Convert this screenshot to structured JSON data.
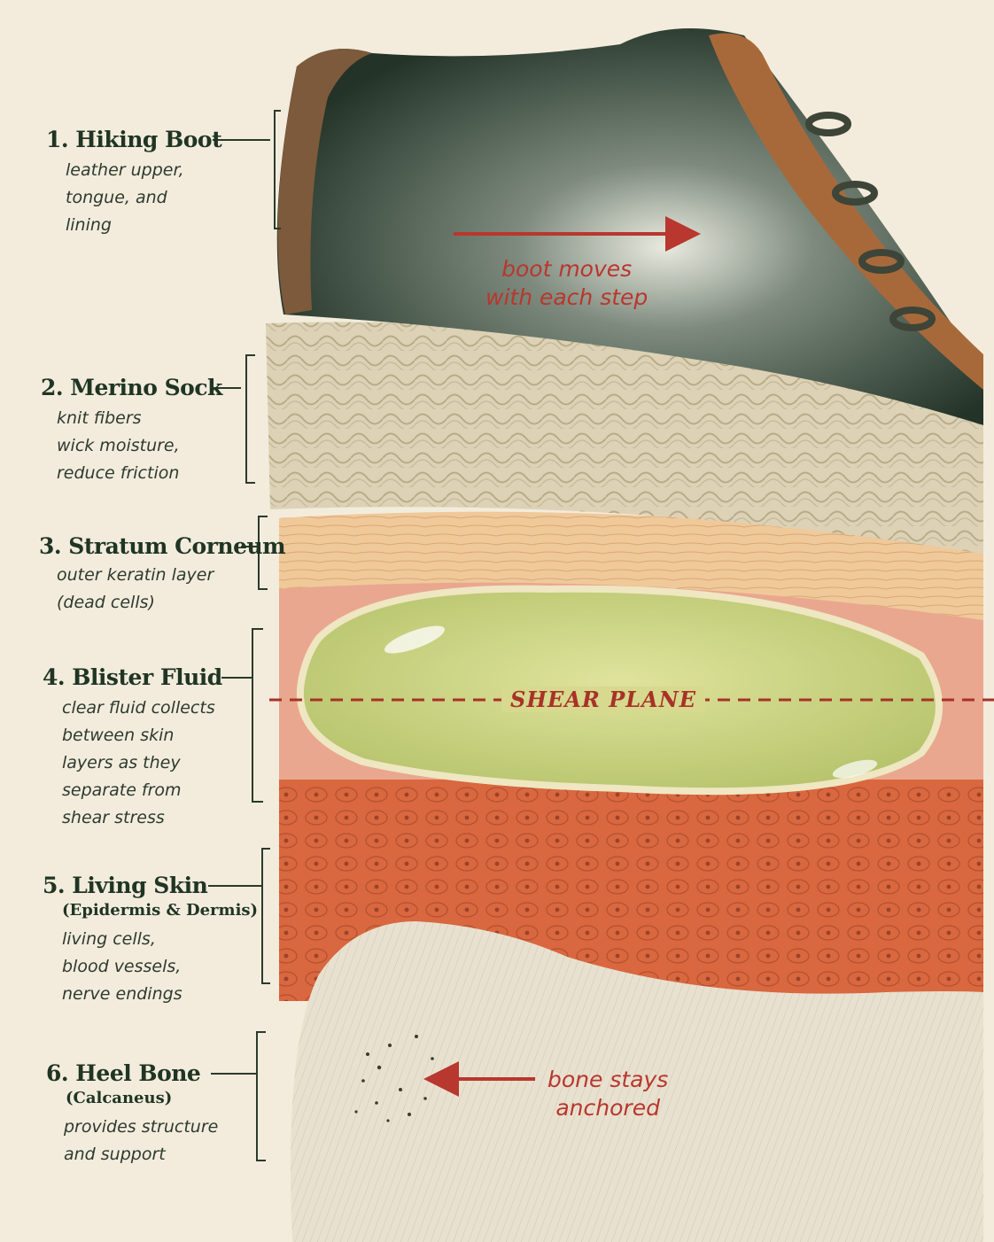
{
  "layers": [
    {
      "title": "1. Hiking Boot",
      "subtitle": "",
      "desc": [
        "leather upper,",
        "tongue, and",
        "lining"
      ]
    },
    {
      "title": "2. Merino Sock",
      "subtitle": "",
      "desc": [
        "knit fibers",
        "wick moisture,",
        "reduce friction"
      ]
    },
    {
      "title": "3. Stratum Corneum",
      "subtitle": "",
      "desc": [
        "outer keratin layer",
        "(dead cells)"
      ]
    },
    {
      "title": "4. Blister Fluid",
      "subtitle": "",
      "desc": [
        "clear fluid collects",
        "between skin",
        "layers as they",
        "separate from",
        "shear stress"
      ]
    },
    {
      "title": "5. Living Skin",
      "subtitle": "(Epidermis & Dermis)",
      "desc": [
        "living cells,",
        "blood vessels,",
        "nerve endings"
      ]
    },
    {
      "title": "6. Heel Bone",
      "subtitle": "(Calcaneus)",
      "desc": [
        "provides structure",
        "and support"
      ]
    }
  ],
  "annotations": {
    "boot": [
      "boot moves",
      "with each step"
    ],
    "shear": "SHEAR PLANE",
    "bone": [
      "bone stays",
      "anchored"
    ]
  },
  "colors": {
    "label_text": "#203524",
    "annotation_red": "#b8372e",
    "boot_leather": "#2f3f33",
    "boot_trim": "#a8693a",
    "sock": "#ddd2b6",
    "stratum": "#f0c99a",
    "blister_fluid": "#d4d98c",
    "living_skin": "#d9673f",
    "bone": "#e8e1cf"
  }
}
